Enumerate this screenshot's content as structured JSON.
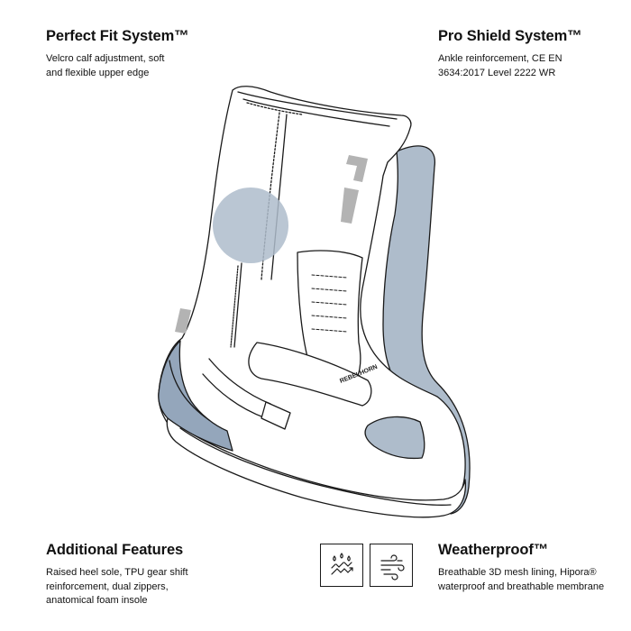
{
  "features": {
    "perfect_fit": {
      "title": "Perfect Fit System™",
      "lines": [
        "Velcro calf adjustment, soft",
        "and flexible upper edge"
      ]
    },
    "pro_shield": {
      "title": "Pro Shield System™",
      "lines": [
        "Ankle reinforcement, CE EN",
        "3634:2017 Level 2222 WR"
      ]
    },
    "additional": {
      "title": "Additional Features",
      "lines": [
        "Raised heel sole, TPU gear shift",
        "reinforcement, dual zippers,",
        "anatomical foam insole"
      ]
    },
    "weatherproof": {
      "title": "Weatherproof™",
      "lines": [
        "Breathable 3D mesh lining, Hipora®",
        "waterproof and breathable membrane"
      ]
    }
  },
  "boot": {
    "brand_text": "REBELHORN",
    "colors": {
      "outline": "#1a1a1a",
      "shell": "#ffffff",
      "accent_blue": "#aebccb",
      "accent_blue_dark": "#94a6bb",
      "logo_gray": "#b3b3b3"
    }
  },
  "icons": {
    "water": "water-drops-icon",
    "air": "airflow-icon"
  }
}
